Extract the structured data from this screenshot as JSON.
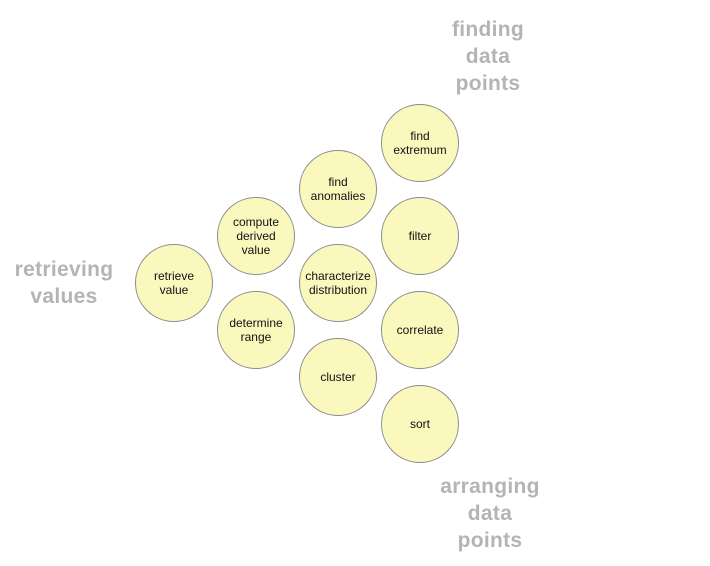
{
  "colors": {
    "node_fill": "#fbf8be",
    "node_border": "#8c8c8c",
    "group_label": "#b4b4b4"
  },
  "groups": {
    "finding": "finding\ndata\npoints",
    "retrieving": "retrieving\nvalues",
    "arranging": "arranging\ndata\npoints"
  },
  "tasks": {
    "find_extremum": "find\nextremum",
    "find_anomalies": "find\nanomalies",
    "compute_derived_value": "compute\nderived\nvalue",
    "filter": "filter",
    "retrieve_value": "retrieve\nvalue",
    "characterize_distribution": "characterize\ndistribution",
    "determine_range": "determine\nrange",
    "correlate": "correlate",
    "cluster": "cluster",
    "sort": "sort"
  }
}
